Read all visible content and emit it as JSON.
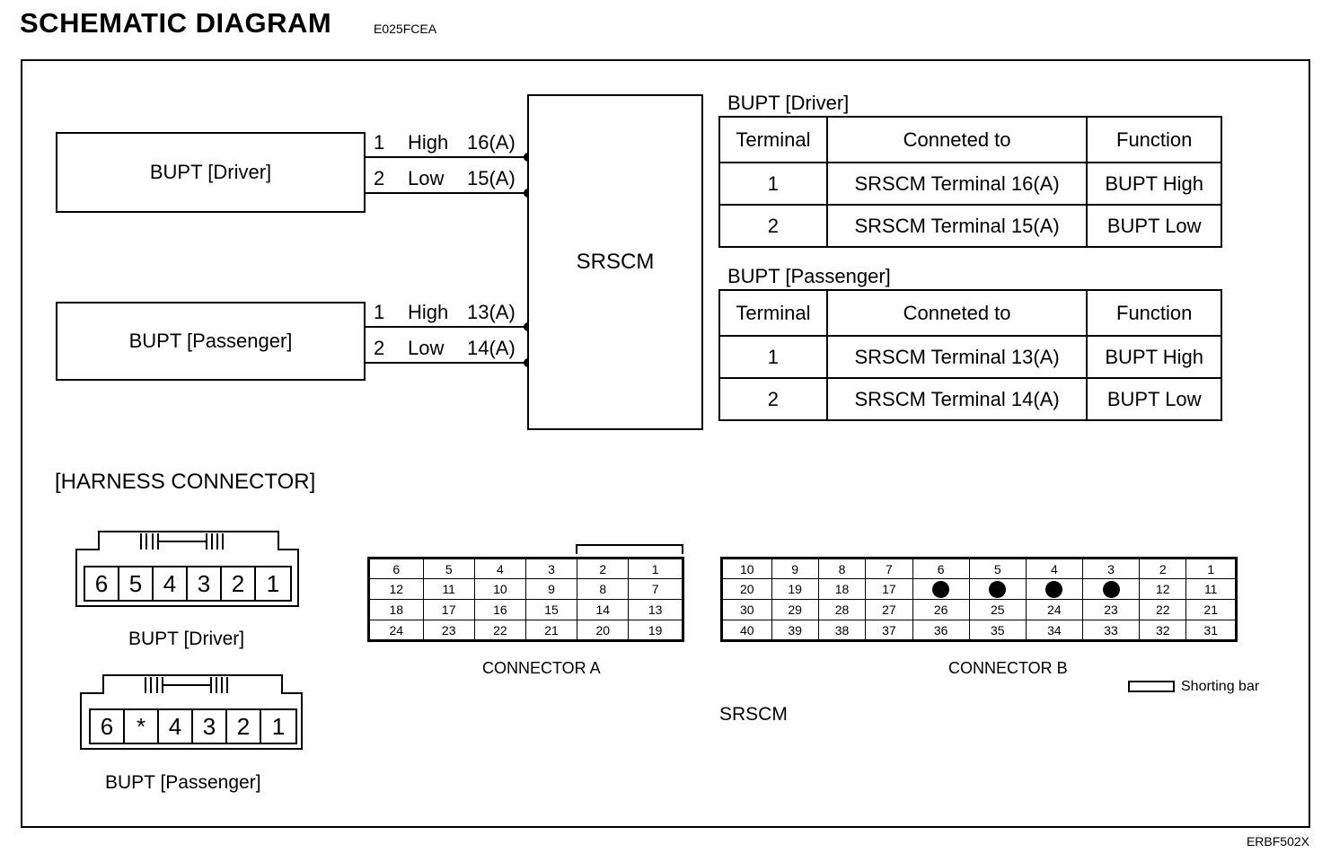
{
  "header": {
    "title": "SCHEMATIC  DIAGRAM",
    "code": "E025FCEA"
  },
  "footer": {
    "code": "ERBF502X"
  },
  "schematic": {
    "module": "SRSCM",
    "driver_box": "BUPT [Driver]",
    "passenger_box": "BUPT [Passenger]",
    "driver_wires": [
      {
        "pin": "1",
        "name": "High",
        "term": "16(A)"
      },
      {
        "pin": "2",
        "name": "Low",
        "term": "15(A)"
      }
    ],
    "passenger_wires": [
      {
        "pin": "1",
        "name": "High",
        "term": "13(A)"
      },
      {
        "pin": "2",
        "name": "Low",
        "term": "14(A)"
      }
    ]
  },
  "tables": [
    {
      "title": "BUPT [Driver]",
      "headers": [
        "Terminal",
        "Conneted to",
        "Function"
      ],
      "rows": [
        [
          "1",
          "SRSCM Terminal 16(A)",
          "BUPT High"
        ],
        [
          "2",
          "SRSCM Terminal 15(A)",
          "BUPT Low"
        ]
      ]
    },
    {
      "title": "BUPT [Passenger]",
      "headers": [
        "Terminal",
        "Conneted to",
        "Function"
      ],
      "rows": [
        [
          "1",
          "SRSCM Terminal 13(A)",
          "BUPT High"
        ],
        [
          "2",
          "SRSCM Terminal 14(A)",
          "BUPT Low"
        ]
      ]
    }
  ],
  "harness": {
    "title": "[HARNESS CONNECTOR]",
    "driver": {
      "pins": [
        "6",
        "5",
        "4",
        "3",
        "2",
        "1"
      ],
      "caption": "BUPT [Driver]"
    },
    "passenger": {
      "pins": [
        "6",
        "*",
        "4",
        "3",
        "2",
        "1"
      ],
      "caption": "BUPT [Passenger]"
    },
    "connector_a": {
      "caption": "CONNECTOR A",
      "rows": [
        [
          "6",
          "5",
          "4",
          "3",
          "2",
          "1"
        ],
        [
          "12",
          "11",
          "10",
          "9",
          "8",
          "7"
        ],
        [
          "18",
          "17",
          "16",
          "15",
          "14",
          "13"
        ],
        [
          "24",
          "23",
          "22",
          "21",
          "20",
          "19"
        ]
      ]
    },
    "connector_b": {
      "caption": "CONNECTOR B",
      "rows": [
        [
          "10",
          "9",
          "8",
          "7",
          "6",
          "5",
          "4",
          "3",
          "2",
          "1"
        ],
        [
          "20",
          "19",
          "18",
          "17",
          "●",
          "●",
          "●",
          "●",
          "12",
          "11"
        ],
        [
          "30",
          "29",
          "28",
          "27",
          "26",
          "25",
          "24",
          "23",
          "22",
          "21"
        ],
        [
          "40",
          "39",
          "38",
          "37",
          "36",
          "35",
          "34",
          "33",
          "32",
          "31"
        ]
      ]
    },
    "shorting_bar": "Shorting bar",
    "srscm_caption": "SRSCM"
  }
}
